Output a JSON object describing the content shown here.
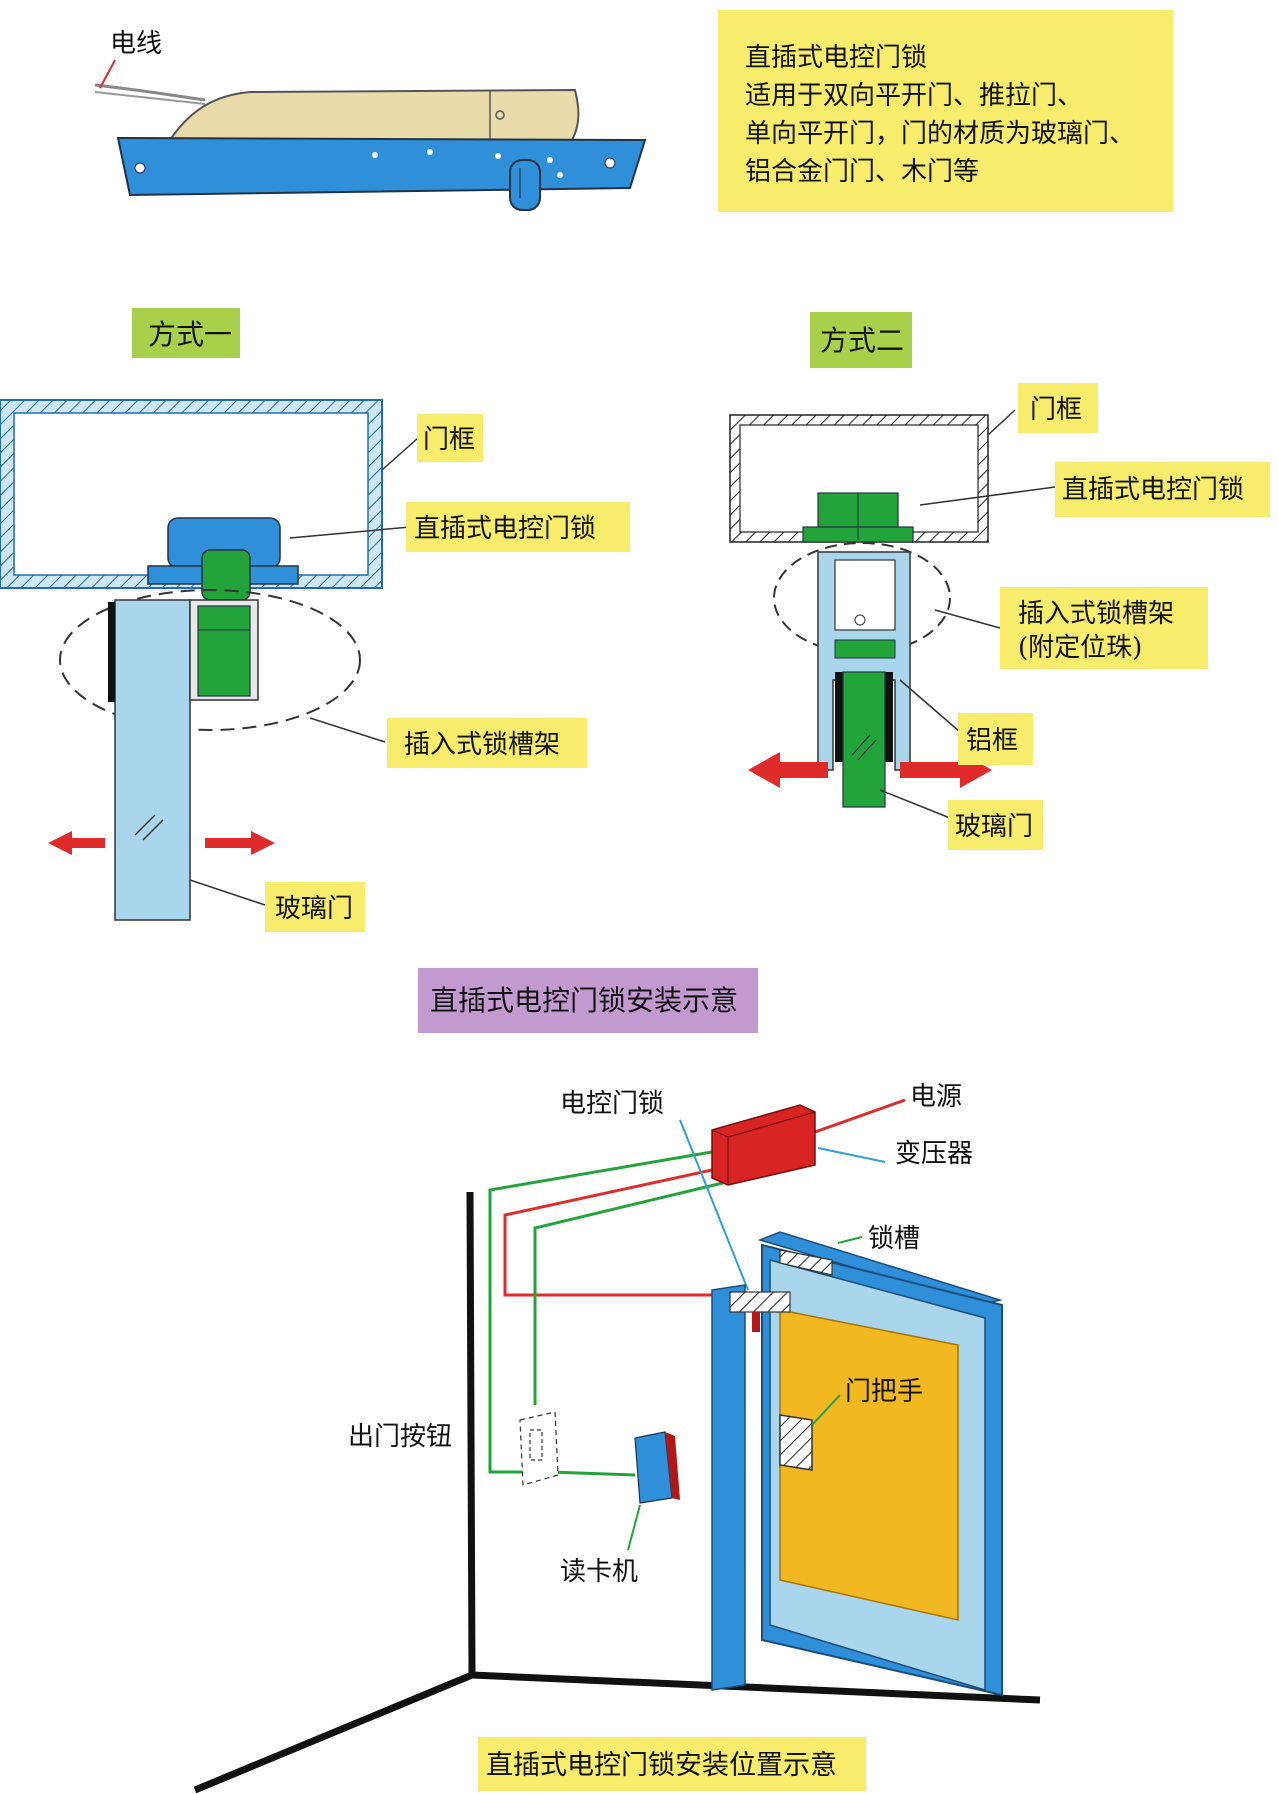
{
  "product": {
    "wire_label": "电线",
    "description": [
      "直插式电控门锁",
      "适用于双向平开门、推拉门、",
      "单向平开门，门的材质为玻璃门、",
      "铝合金门门、木门等"
    ]
  },
  "method_one": {
    "title": "方式一",
    "labels": {
      "frame": "门框",
      "lock": "直插式电控门锁",
      "slot": "插入式锁槽架",
      "glass_door": "玻璃门"
    }
  },
  "method_two": {
    "title": "方式二",
    "labels": {
      "frame": "门框",
      "lock": "直插式电控门锁",
      "slot_line1": "插入式锁槽架",
      "slot_line2": "(附定位珠)",
      "aluminum_frame": "铝框",
      "glass_door": "玻璃门"
    }
  },
  "install_caption": "直插式电控门锁安装示意",
  "position_diagram": {
    "labels": {
      "power": "电源",
      "lock": "电控门锁",
      "transformer": "变压器",
      "lock_slot": "锁槽",
      "handle": "门把手",
      "exit_button": "出门按钮",
      "card_reader": "读卡机"
    },
    "caption": "直插式电控门锁安装位置示意"
  },
  "colors": {
    "lock_blue": "#2f8fd8",
    "lock_body": "#e9dcaa",
    "glass": "#a9d6ec",
    "lock_green": "#22a43a",
    "arrow_red": "#e02b2b",
    "door_orange": "#f2b822",
    "label_yellow": "#f7ec6c",
    "title_green": "#a9d04a",
    "caption_purple": "#c39ad0"
  }
}
